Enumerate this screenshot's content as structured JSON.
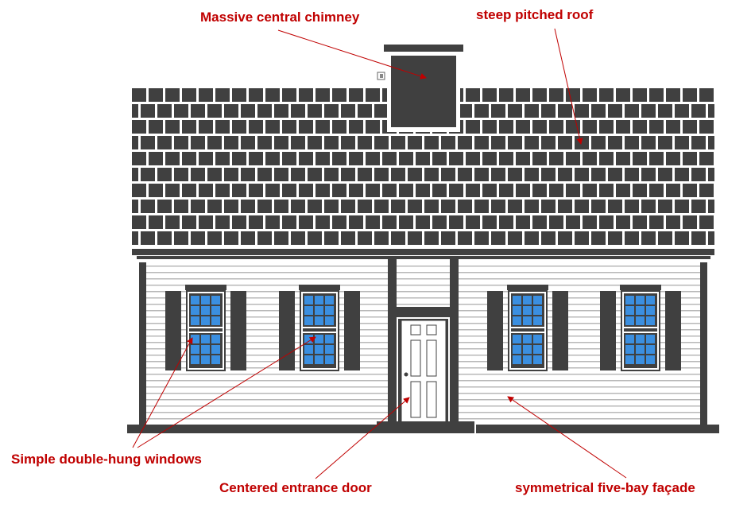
{
  "diagram": {
    "labels": {
      "chimney": "Massive central chimney",
      "roof": "steep pitched roof",
      "windows": "Simple double-hung windows",
      "door": "Centered entrance door",
      "facade": "symmetrical five-bay façade"
    },
    "colors": {
      "annotation": "#c00000",
      "structure": "#404040",
      "window_glass": "#3b8fe0",
      "wall": "#ffffff",
      "siding_line": "#b8b8b8"
    },
    "icons": {
      "chimney_marker": "small-square-marker-icon"
    }
  }
}
